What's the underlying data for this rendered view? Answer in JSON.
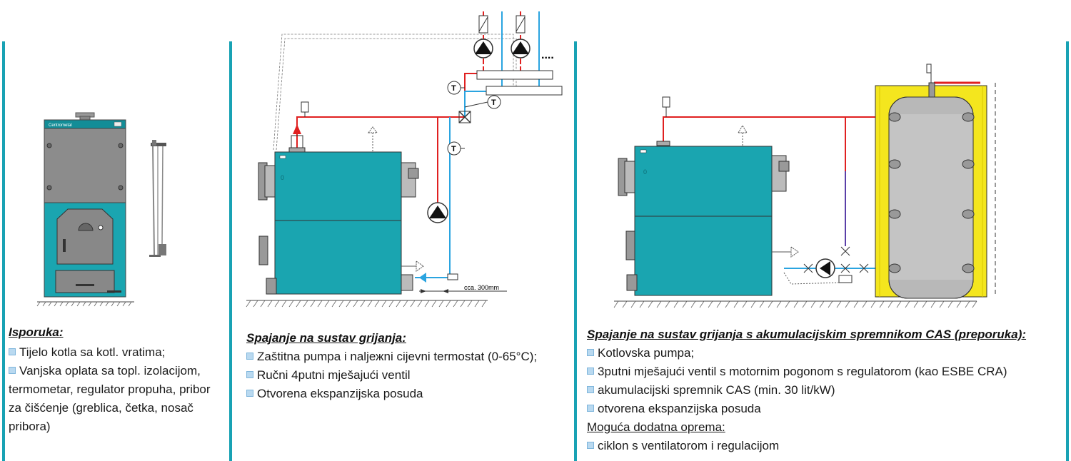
{
  "colors": {
    "accent": "#18a2b4",
    "boiler": "#1aa5b0",
    "hot_pipe": "#e02020",
    "cold_pipe": "#2aa4e0",
    "insulation": "#f4e61e",
    "tank": "#b8b8b8"
  },
  "panel1": {
    "logo": "Centrometal",
    "heading": "Isporuka:",
    "items": [
      "Tijelo kotla sa kotl. vratima;",
      "Vanjska oplata sa topl. izolacijom, termometar, regulator propuha, pribor za čišćenje (greblica, četka, nosač pribora)"
    ]
  },
  "panel2": {
    "dimension_label": "cca. 300mm",
    "dots": "....",
    "thermostat_label": "T",
    "heading": "Spajanje na sustav grijanja:",
    "items": [
      "Zaštitna pumpa i naljежni cijevni termostat (0-65°C);",
      "Ručni 4putni mješajući ventil",
      "Otvorena ekspanzijska posuda"
    ]
  },
  "panel3": {
    "heading": "Spajanje na sustav grijanja s akumulacijskim spremnikom CAS (preporuka):",
    "items": [
      "Kotlovska pumpa;",
      "3putni mješajući ventil s motornim pogonom s regulatorom (kao ESBE CRA)",
      "akumulacijski spremnik CAS (min. 30 lit/kW)",
      "otvorena ekspanzijska posuda"
    ],
    "sub_heading": "Moguća dodatna oprema:",
    "extra_items": [
      "ciklon s ventilatorom i regulacijom"
    ]
  }
}
